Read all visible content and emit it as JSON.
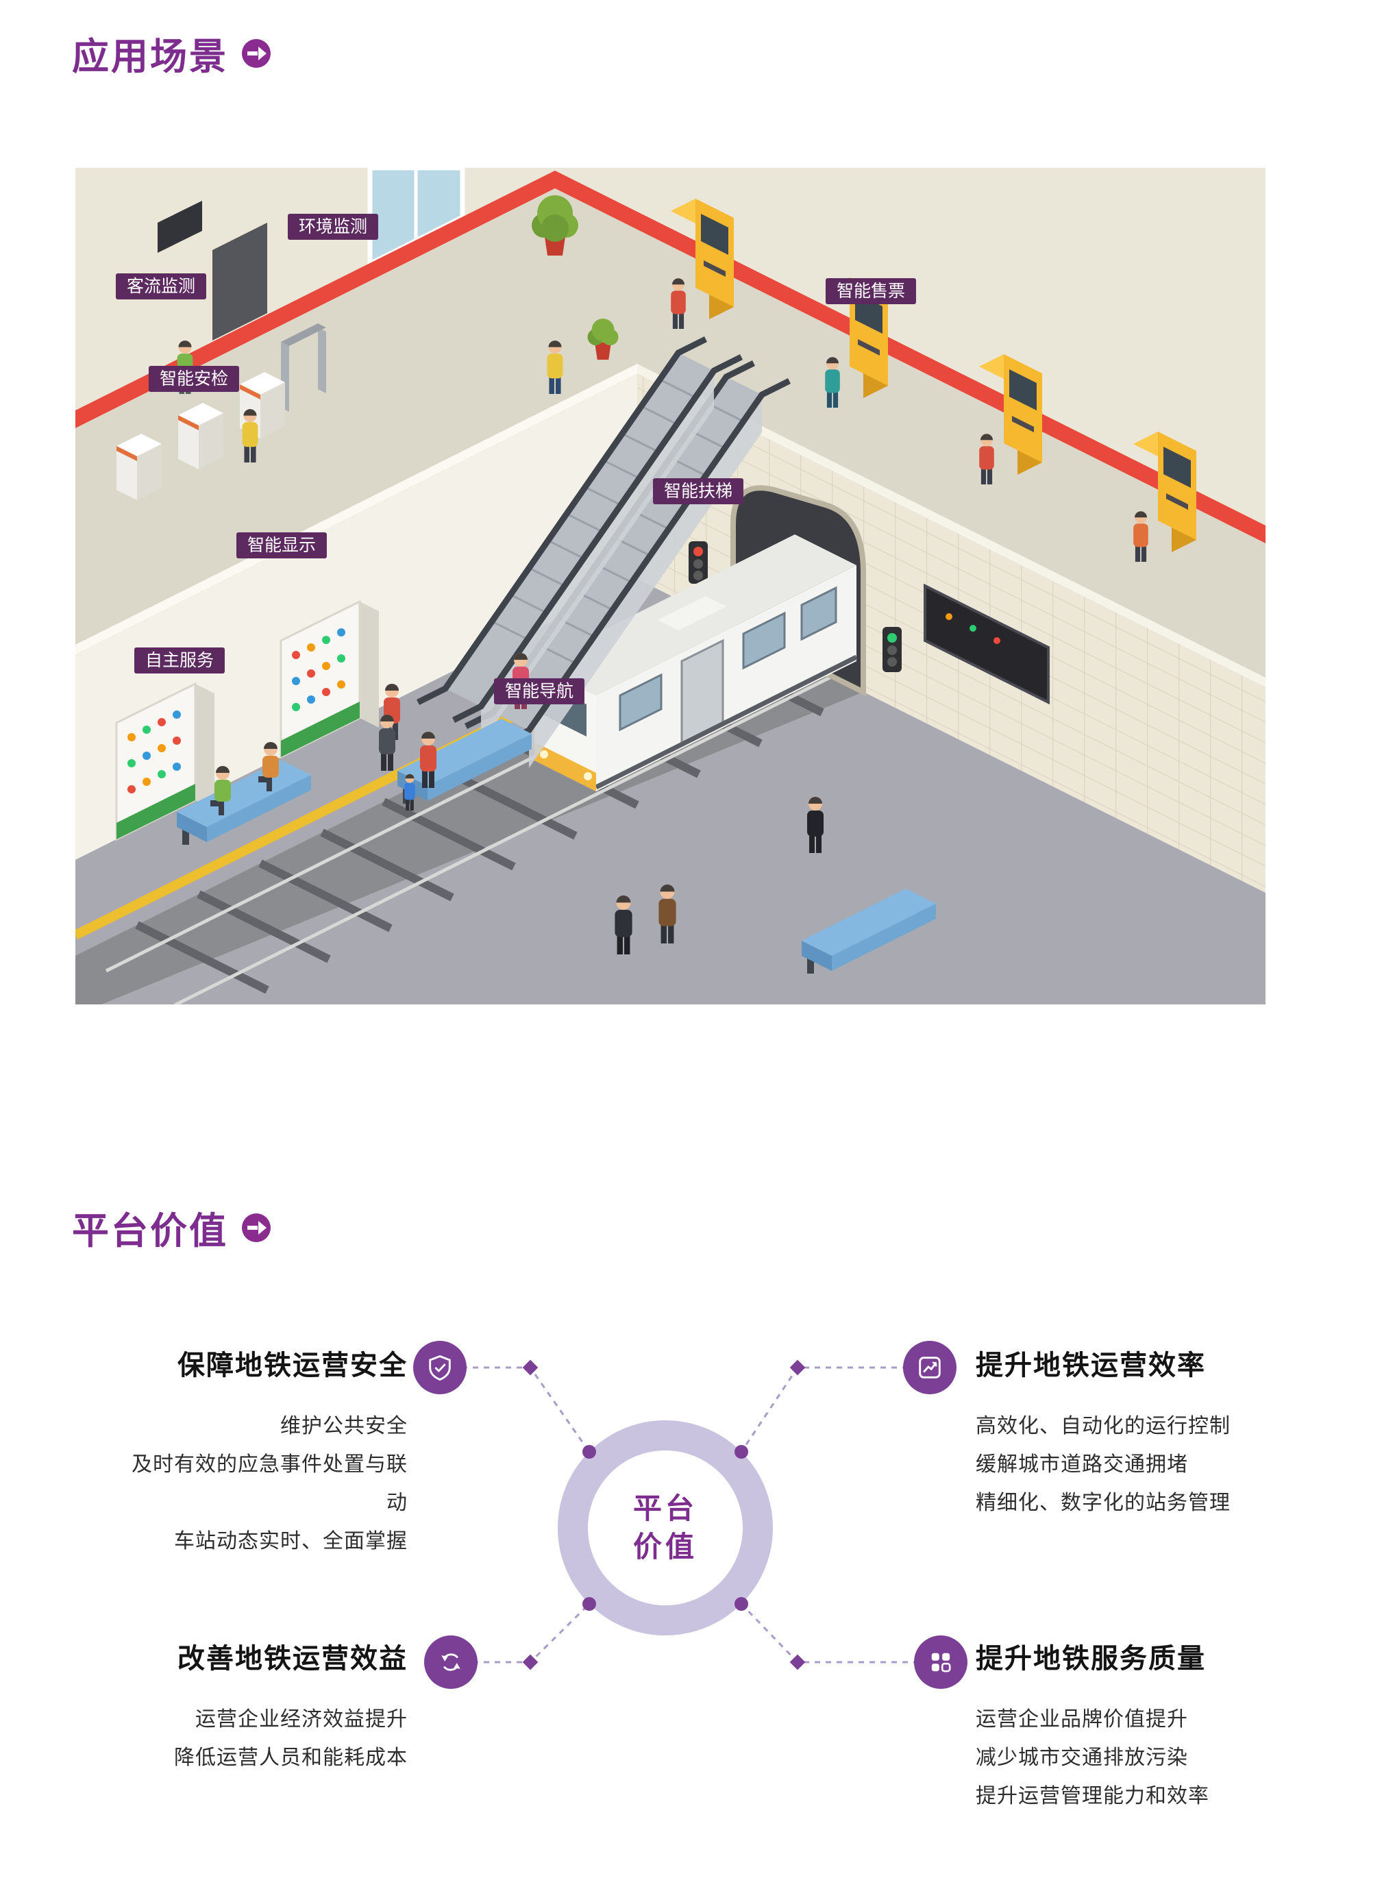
{
  "page": {
    "background": "#ffffff"
  },
  "colors": {
    "accent_purple": "#7d2d8e",
    "label_badge_bg": "#5d2a60",
    "red_stripe": "#e8493c",
    "machine_yellow": "#f6b82e",
    "platform_gray": "#a9a9b1",
    "bench_blue": "#85b8e0",
    "ring_purple": "#c9c3e0",
    "icon_circle_purple": "#7b3f96",
    "connector_purple": "#a89cc8"
  },
  "application_section": {
    "heading": "应用场景",
    "scene_labels": [
      {
        "name": "environment-monitoring",
        "text": "环境监测"
      },
      {
        "name": "passenger-flow-monitoring",
        "text": "客流监测"
      },
      {
        "name": "smart-security-check",
        "text": "智能安检"
      },
      {
        "name": "smart-ticketing",
        "text": "智能售票"
      },
      {
        "name": "smart-escalator",
        "text": "智能扶梯"
      },
      {
        "name": "smart-display",
        "text": "智能显示"
      },
      {
        "name": "self-service",
        "text": "自主服务"
      },
      {
        "name": "smart-navigation",
        "text": "智能导航"
      }
    ]
  },
  "value_section": {
    "heading": "平台价值",
    "center_circle": {
      "line1": "平台",
      "line2": "价值"
    },
    "quadrants": [
      {
        "id": "safety",
        "icon": "shield-check-icon",
        "title": "保障地铁运营安全",
        "lines": [
          "维护公共安全",
          "及时有效的应急事件处置与联动",
          "车站动态实时、全面掌握"
        ]
      },
      {
        "id": "efficiency",
        "icon": "line-chart-icon",
        "title": "提升地铁运营效率",
        "lines": [
          "高效化、自动化的运行控制",
          "缓解城市道路交通拥堵",
          "精细化、数字化的站务管理"
        ]
      },
      {
        "id": "benefit",
        "icon": "recycle-icon",
        "title": "改善地铁运营效益",
        "lines": [
          "运营企业经济效益提升",
          "降低运营人员和能耗成本"
        ]
      },
      {
        "id": "quality",
        "icon": "grid-icon",
        "title": "提升地铁服务质量",
        "lines": [
          "运营企业品牌价值提升",
          "减少城市交通排放污染",
          "提升运营管理能力和效率"
        ]
      }
    ]
  }
}
